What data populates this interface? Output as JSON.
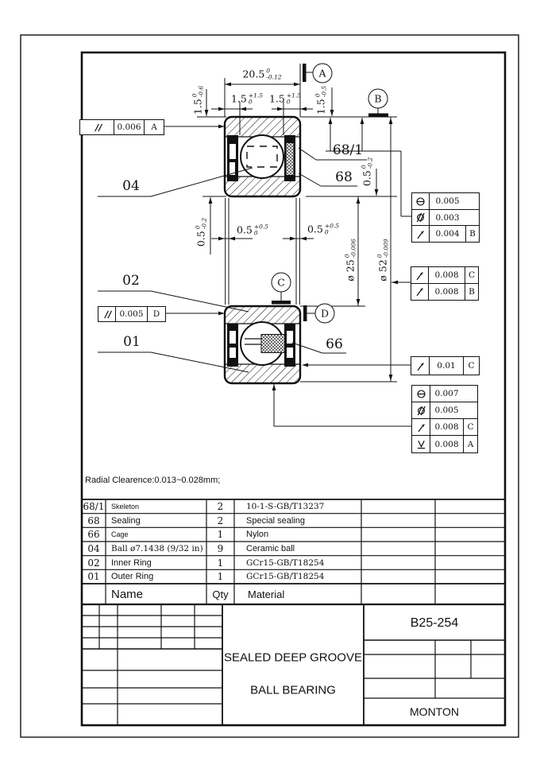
{
  "note": "Radial Clearence:0.013~0.028mm;",
  "parts_table": {
    "headers": {
      "name": "Name",
      "qty": "Qty",
      "material": "Material"
    },
    "rows": [
      {
        "num": "68/1",
        "name": "Skeleton",
        "qty": "2",
        "material": "10-1-S-GB/T13237"
      },
      {
        "num": "68",
        "name": "Sealing",
        "qty": "2",
        "material": "Special sealing"
      },
      {
        "num": "66",
        "name": "Cage",
        "qty": "1",
        "material": "Nylon"
      },
      {
        "num": "04",
        "name": "Ball  ø7.1438 (9/32 in)",
        "qty": "9",
        "material": "Ceramic ball"
      },
      {
        "num": "02",
        "name": "Inner Ring",
        "qty": "1",
        "material": "GCr15-GB/T18254"
      },
      {
        "num": "01",
        "name": "Outer Ring",
        "qty": "1",
        "material": "GCr15-GB/T18254"
      }
    ]
  },
  "title_block": {
    "part_number": "B25-254",
    "product_line1": "SEALED DEEP GROOVE",
    "product_line2": "BALL BEARING",
    "company": "MONTON"
  },
  "datums": {
    "a": "A",
    "b": "B",
    "c": "C",
    "d": "D"
  },
  "part_labels": {
    "skeleton": "68/1",
    "sealing": "68",
    "ball": "04",
    "inner_ring": "02",
    "outer_ring": "01",
    "cage": "66"
  },
  "dimensions": {
    "width": {
      "main": "20.5",
      "sup": "0",
      "sub": "-0.12"
    },
    "chamfer_left": {
      "main": "1.5",
      "sup": "0",
      "sub": "-0.6"
    },
    "seal_left": {
      "main": "1.5",
      "sup": "+1.5",
      "sub": "0"
    },
    "seal_right": {
      "main": "1.5",
      "sup": "+1.5",
      "sub": "0"
    },
    "recess_right": {
      "main": "1.5",
      "sup": "0",
      "sub": "-0.5"
    },
    "groove_upper": {
      "main": "0.5",
      "sup": "0",
      "sub": "-0.2"
    },
    "groove_lower": {
      "main": "0.5",
      "sup": "0",
      "sub": "-0.2"
    },
    "land_left": {
      "main": "0.5",
      "sup": "+0.5",
      "sub": "0"
    },
    "land_right": {
      "main": "0.5",
      "sup": "+0.5",
      "sub": "0"
    },
    "bore": {
      "main": "ø 25",
      "sup": "0",
      "sub": "-0.006"
    },
    "outer_dia": {
      "main": "ø 52",
      "sup": "0",
      "sub": "-0.009"
    }
  },
  "tolerance_frames": {
    "parallel_a": {
      "symbol": "parallelism",
      "value": "0.006",
      "datum": "A"
    },
    "parallel_d": {
      "symbol": "parallelism",
      "value": "0.005",
      "datum": "D"
    },
    "stack_top": [
      {
        "symbol": "circle-bar",
        "value": "0.005"
      },
      {
        "symbol": "cylindricity",
        "value": "0.003"
      },
      {
        "symbol": "circular-runout",
        "value": "0.004",
        "datum": "B"
      }
    ],
    "stack_mid": [
      {
        "symbol": "circular-runout",
        "value": "0.008",
        "datum": "C"
      },
      {
        "symbol": "circular-runout",
        "value": "0.008",
        "datum": "B"
      }
    ],
    "runout_c": {
      "symbol": "circular-runout",
      "value": "0.01",
      "datum": "C"
    },
    "stack_bottom": [
      {
        "symbol": "circle-bar",
        "value": "0.007"
      },
      {
        "symbol": "cylindricity",
        "value": "0.005"
      },
      {
        "symbol": "circular-runout",
        "value": "0.008",
        "datum": "C"
      },
      {
        "symbol": "total-runout",
        "value": "0.008",
        "datum": "A"
      }
    ]
  },
  "colors": {
    "line": "#111111",
    "background": "#ffffff"
  }
}
